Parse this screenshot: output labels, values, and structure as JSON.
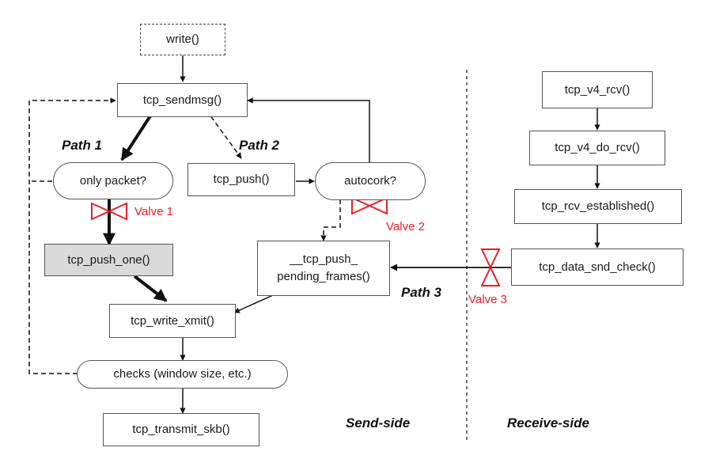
{
  "nodes": {
    "write": "write()",
    "tcp_sendmsg": "tcp_sendmsg()",
    "only_packet": "only packet?",
    "tcp_push_one": "tcp_push_one()",
    "tcp_write_xmit": "tcp_write_xmit()",
    "checks": "checks (window size, etc.)",
    "tcp_transmit_skb": "tcp_transmit_skb()",
    "tcp_push": "tcp_push()",
    "autocork": "autocork?",
    "pending_frames_1": "__tcp_push_",
    "pending_frames_2": "pending_frames()",
    "tcp_v4_rcv": "tcp_v4_rcv()",
    "tcp_v4_do_rcv": "tcp_v4_do_rcv()",
    "tcp_rcv_established": "tcp_rcv_established()",
    "tcp_data_snd_check": "tcp_data_snd_check()"
  },
  "paths": {
    "path1": "Path 1",
    "path2": "Path 2",
    "path3": "Path 3"
  },
  "valves": {
    "valve1": "Valve 1",
    "valve2": "Valve 2",
    "valve3": "Valve 3"
  },
  "sides": {
    "send": "Send-side",
    "receive": "Receive-side"
  },
  "colors": {
    "valve": "#e8202a",
    "shaded_node": "#d9d9d9",
    "line": "#111111"
  }
}
